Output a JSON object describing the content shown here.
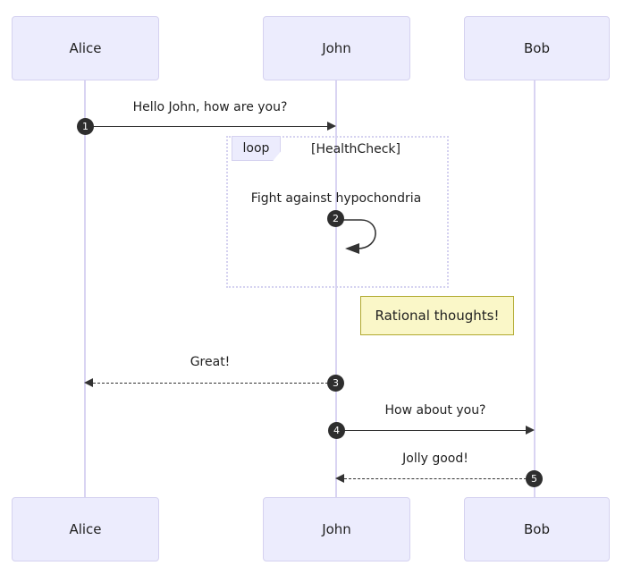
{
  "diagram": {
    "type": "sequence-diagram",
    "background_color": "#ffffff",
    "actor_fill": "#ececfd",
    "actor_border": "#d5d2f0",
    "lifeline_color": "#d9d4f2",
    "line_color": "#333333",
    "seq_badge_color": "#2e2e2e",
    "note_fill": "#faf7c8",
    "note_border": "#b0a92f"
  },
  "actors": [
    {
      "id": "alice",
      "label": "Alice"
    },
    {
      "id": "john",
      "label": "John"
    },
    {
      "id": "bob",
      "label": "Bob"
    }
  ],
  "messages": [
    {
      "num": "1",
      "from": "alice",
      "to": "john",
      "text": "Hello John, how are you?",
      "style": "solid",
      "direction": "right"
    },
    {
      "num": "2",
      "from": "john",
      "to": "john",
      "text": "Fight against hypochondria",
      "style": "solid",
      "direction": "self"
    },
    {
      "num": "3",
      "from": "john",
      "to": "alice",
      "text": "Great!",
      "style": "dashed",
      "direction": "left"
    },
    {
      "num": "4",
      "from": "john",
      "to": "bob",
      "text": "How about you?",
      "style": "solid",
      "direction": "right"
    },
    {
      "num": "5",
      "from": "bob",
      "to": "john",
      "text": "Jolly good!",
      "style": "dashed",
      "direction": "left"
    }
  ],
  "loop": {
    "tag": "loop",
    "condition": "[HealthCheck]"
  },
  "note": {
    "text": "Rational thoughts!",
    "attached_to": "john"
  }
}
